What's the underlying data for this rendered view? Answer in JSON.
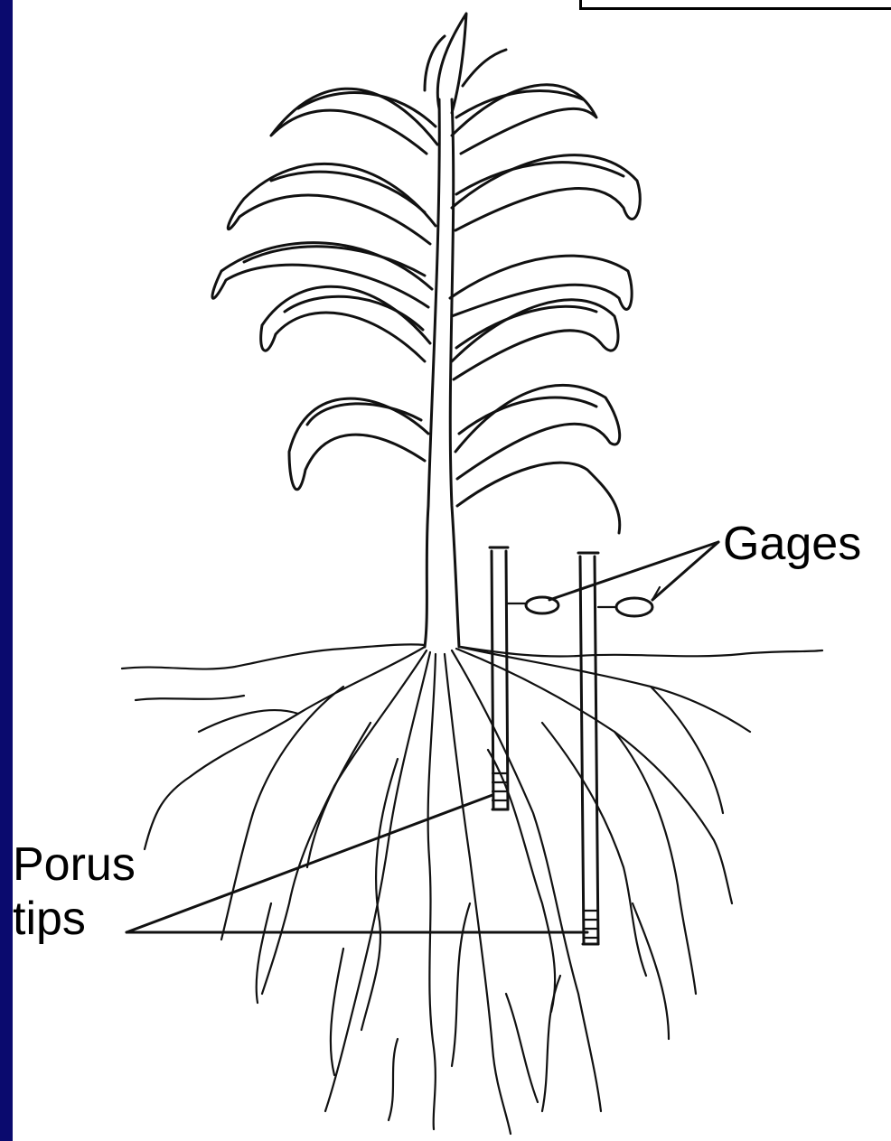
{
  "labels": {
    "gages": "Gages",
    "porus_line1": "Porus",
    "porus_line2": "tips"
  },
  "colors": {
    "slide_background": "#0a0a6e",
    "diagram_background": "#ffffff",
    "ink": "#111111"
  },
  "icons": [
    "corn-plant-illustration",
    "tensiometer-tube",
    "pressure-gage",
    "porous-tip",
    "root-system"
  ]
}
